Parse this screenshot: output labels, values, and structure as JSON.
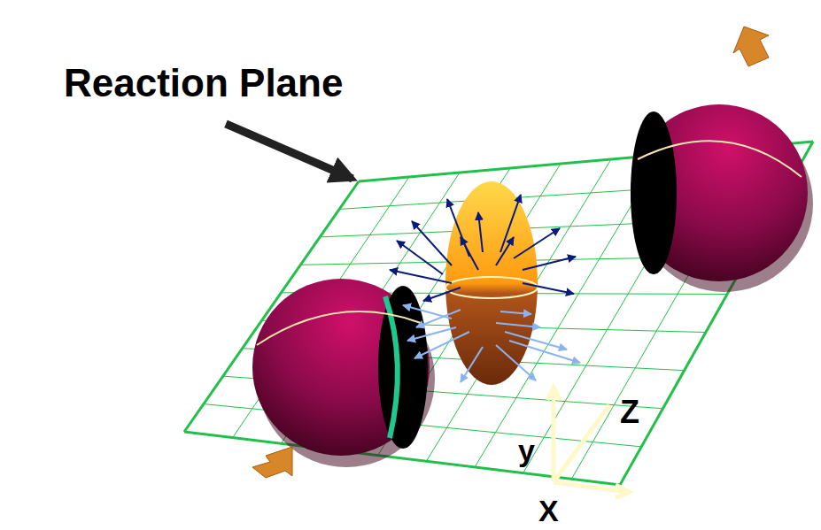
{
  "diagram": {
    "labels": [
      "Reaction Plane",
      "y",
      "Z",
      "X"
    ]
  }
}
